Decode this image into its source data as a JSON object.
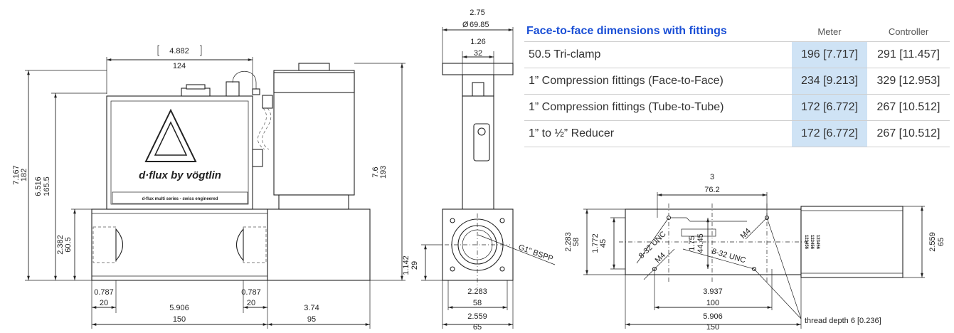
{
  "table": {
    "title": "Face-to-face dimensions with fittings",
    "col_meter": "Meter",
    "col_controller": "Controller",
    "rows": [
      {
        "label": "50.5 Tri-clamp",
        "meter": "196 [7.717]",
        "controller": "291 [11.457]"
      },
      {
        "label": "1” Compression fittings (Face-to-Face)",
        "meter": "234 [9.213]",
        "controller": "329 [12.953]"
      },
      {
        "label": "1” Compression fittings (Tube-to-Tube)",
        "meter": "172 [6.772]",
        "controller": "267 [10.512]"
      },
      {
        "label": "1” to ½” Reducer",
        "meter": "172 [6.772]",
        "controller": "267 [10.512]"
      }
    ]
  },
  "front_view": {
    "brand": "d·flux by vögtlin",
    "tagline": "d-flux multi series - swiss engineered",
    "dims": {
      "width_top_in": "4.882",
      "width_top_mm": "124",
      "h182_in": "7.167",
      "h182_mm": "182",
      "h165_in": "6.516",
      "h165_mm": "165.5",
      "h60_in": "2.382",
      "h60_mm": "60.5",
      "h193_in": "7.6",
      "h193_mm": "193",
      "left20_in": "0.787",
      "left20_mm": "20",
      "right20_in": "0.787",
      "right20_mm": "20",
      "w150_in": "5.906",
      "w150_mm": "150",
      "w95_in": "3.74",
      "w95_mm": "95"
    }
  },
  "side_view": {
    "dims": {
      "dia_in": "2.75",
      "dia_mm": "69.85",
      "dia_symbol": "Ø",
      "w32_in": "1.26",
      "w32_mm": "32",
      "h29_in": "1.142",
      "h29_mm": "29",
      "w58_in": "2.283",
      "w58_mm": "58",
      "w65_in": "2.559",
      "w65_mm": "65"
    },
    "thread_label": "G1\" BSPP"
  },
  "bottom_view": {
    "dims": {
      "w76_in": "3",
      "w76_mm": "76.2",
      "h58_in": "2.283",
      "h58_mm": "58",
      "h45_in": "1.772",
      "h45_mm": "45",
      "h44_in": "1.75",
      "h44_mm": "44.45",
      "w100_in": "3.937",
      "w100_mm": "100",
      "w150_in": "5.906",
      "w150_mm": "150",
      "h65_in": "2.559",
      "h65_mm": "65"
    },
    "thread_unc_1": "8-32 UNC",
    "thread_unc_2": "8-32 UNC",
    "m4_1": "M4",
    "m4_2": "M4",
    "thread_depth": "thread depth 6 [0.236]"
  }
}
